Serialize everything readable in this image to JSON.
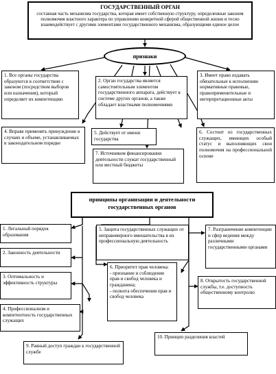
{
  "definition": {
    "title": "ГОСУДАРСТВЕННЫЙ ОРГАН",
    "text": "составная часть механизма государства, которая имеет собственную структуру, определенные законом полномочия властного характера по управлению конкретной сферой общественной жизни и тесно взаимодействует с другими элементами государственного механизма, образующими единое целое"
  },
  "features_title": "признаки",
  "features": [
    "1. Все органы государства образуются в соответствии с законом (посредством выборов или назначения), который определяет их компетенцию",
    "2. Орган государства является самостоятельным элементом государственного аппарата, действует в системе других органов, а также обладает властными полномочиями",
    "3. Имеет право издавать обязательные к исполнению нормативные правовые, правоприменительные и интерпретационные акты",
    "4. Вправе применять принуждение в случаях и объеме, устанавливаемых в законодательном порядке",
    "5. Действует от имени государства",
    "6. Состоит из государственных служащих, имеющих особый статус и выполняющих свои полномочия на профессиональной основе",
    "7. Источником финансирования деятельности служат государственный или местный бюджеты"
  ],
  "principles_title": "принципы организации и деятельности государственных органов",
  "principles": [
    "1. Легальный порядок образования",
    "2. Законность деятельности",
    "3. Оптимальность и эффективность структуры",
    "4. Профессионализм и компетентность государственных служащих",
    "5. Защита государственных служащих от неправомерного вмешательства в их профессиональную деятельность",
    "6. Приоритет прав человека:\n- признание и соблюдение прав и свобод человека и гражданина;\n- полнота обеспечения прав и свобод человека",
    "7. Разграничение компетенции и сфер ведения между различными государственными органами",
    "8. Открытость государственной службы, т.е. доступность общественному контролю",
    "9. Равный доступ граждан к государственной службе",
    "10. Принцип разделения властей"
  ]
}
